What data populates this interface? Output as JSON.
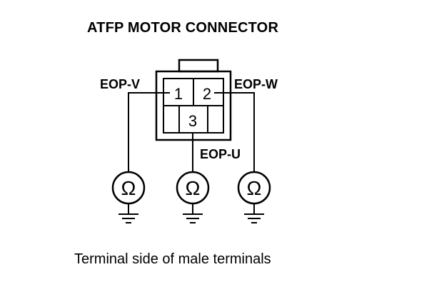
{
  "title": "ATFP MOTOR CONNECTOR",
  "caption": "Terminal side of male terminals",
  "connector": {
    "pins": [
      {
        "number": "1",
        "signal": "EOP-V"
      },
      {
        "number": "2",
        "signal": "EOP-W"
      },
      {
        "number": "3",
        "signal": "EOP-U"
      }
    ]
  },
  "meter_symbol": "Ω",
  "ink_color": "#000000"
}
